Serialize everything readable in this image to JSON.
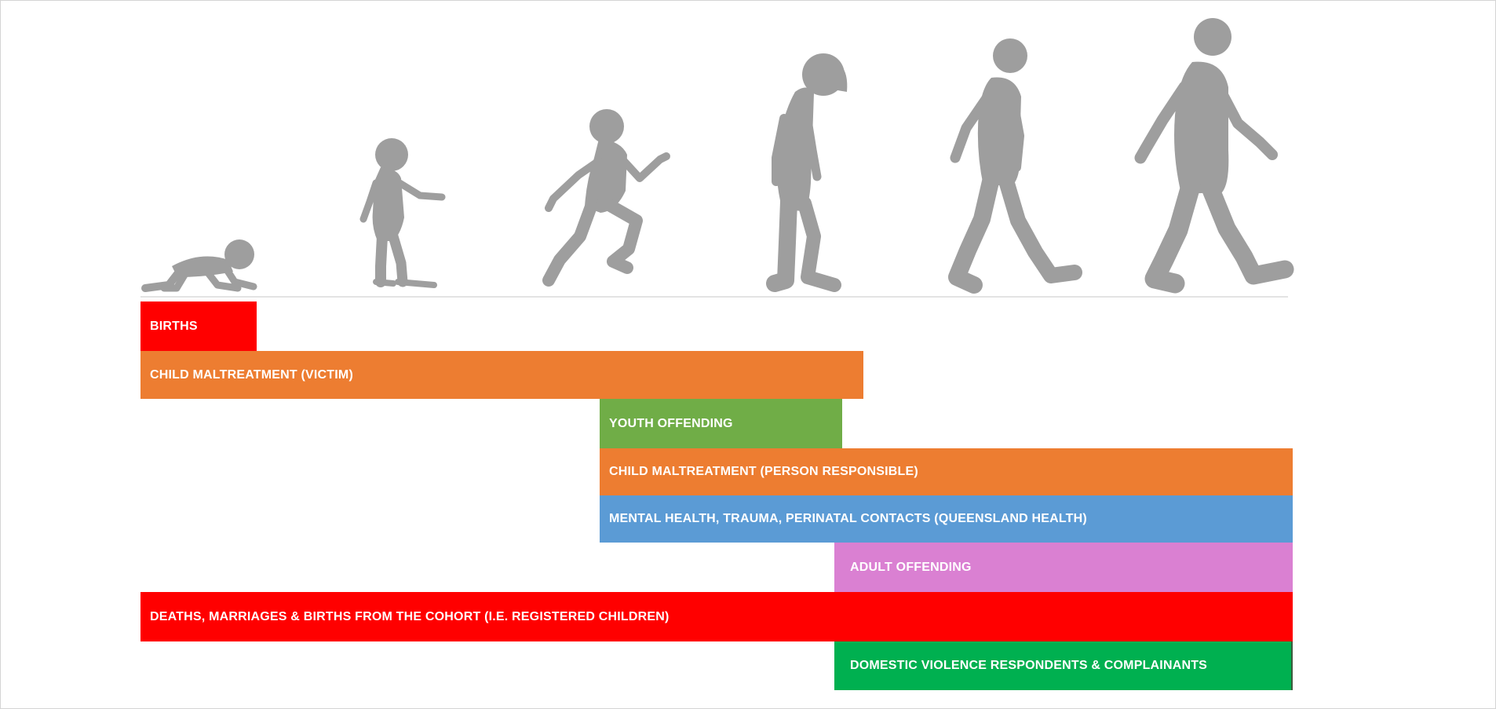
{
  "colors": {
    "silhouette": "#9e9e9e",
    "red": "#ff0000",
    "orange": "#ed7d31",
    "green_light": "#70ad47",
    "blue": "#5b9bd5",
    "pink": "#da80d2",
    "green_dark": "#00b050"
  },
  "stages": [
    {
      "icon": "crawling-baby-icon"
    },
    {
      "icon": "toddler-icon"
    },
    {
      "icon": "running-child-icon"
    },
    {
      "icon": "teenager-icon"
    },
    {
      "icon": "young-adult-walking-icon"
    },
    {
      "icon": "adult-walking-icon"
    }
  ],
  "bars": [
    {
      "name": "births-bar",
      "label": "BIRTHS",
      "color": "#ff0000"
    },
    {
      "name": "child-maltreatment-victim-bar",
      "label": "CHILD MALTREATMENT (VICTIM)",
      "color": "#ed7d31"
    },
    {
      "name": "youth-offending-bar",
      "label": "YOUTH OFFENDING",
      "color": "#70ad47"
    },
    {
      "name": "child-maltreatment-person-responsible-bar",
      "label": "CHILD MALTREATMENT (PERSON RESPONSIBLE)",
      "color": "#ed7d31"
    },
    {
      "name": "mental-health-bar",
      "label": "MENTAL HEALTH, TRAUMA, PERINATAL CONTACTS (QUEENSLAND HEALTH)",
      "color": "#5b9bd5"
    },
    {
      "name": "adult-offending-bar",
      "label": "ADULT OFFENDING",
      "color": "#da80d2"
    },
    {
      "name": "deaths-marriages-births-bar",
      "label": "DEATHS, MARRIAGES & BIRTHS FROM THE COHORT (I.E. REGISTERED CHILDREN)",
      "color": "#ff0000"
    },
    {
      "name": "domestic-violence-bar",
      "label": "DOMESTIC VIOLENCE RESPONDENTS & COMPLAINANTS",
      "color": "#00b050"
    }
  ]
}
